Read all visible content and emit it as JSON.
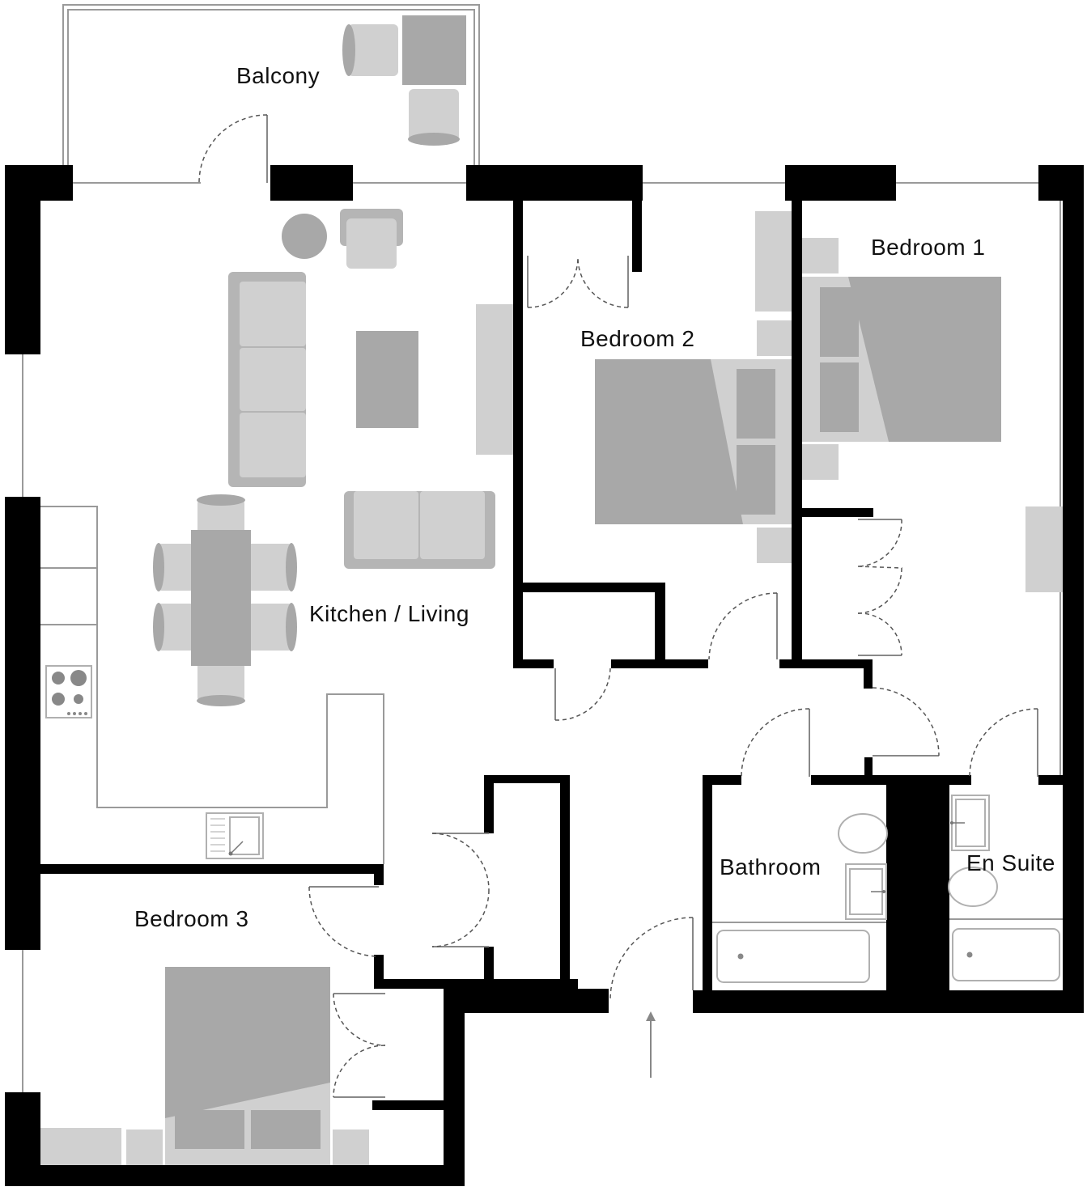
{
  "plan": {
    "rooms": {
      "balcony": "Balcony",
      "bedroom1": "Bedroom 1",
      "bedroom2": "Bedroom 2",
      "bedroom3": "Bedroom 3",
      "kitchen_living": "Kitchen / Living",
      "bathroom": "Bathroom",
      "en_suite": "En Suite"
    },
    "colors": {
      "wall": "#000000",
      "furniture_light": "#d0d0d0",
      "furniture_dark": "#a8a8a8",
      "background": "#ffffff"
    }
  }
}
